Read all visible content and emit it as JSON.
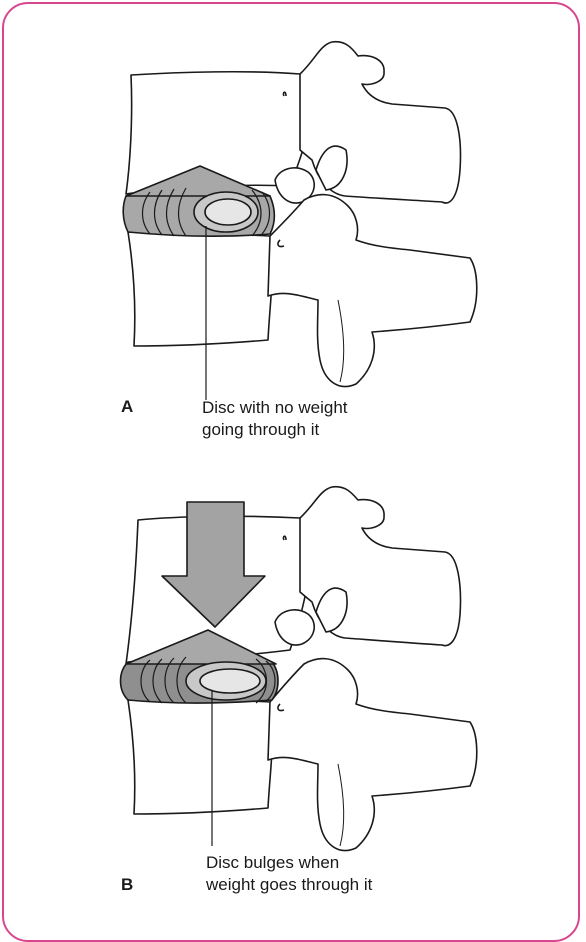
{
  "panel_a": {
    "letter": "A",
    "caption": [
      "Disc with no weight",
      "going through it"
    ]
  },
  "panel_b": {
    "letter": "B",
    "caption": [
      "Disc bulges when",
      "weight goes through it"
    ]
  },
  "colors": {
    "frame": "#d8468f",
    "outline": "#1a1a1a",
    "disc_fill": "#a8a8a8",
    "nucleus_fill": "#e6e6e6",
    "arrow_fill": "#a3a3a3"
  },
  "icons": [
    "spine-segment-illustration",
    "down-arrow-icon"
  ]
}
